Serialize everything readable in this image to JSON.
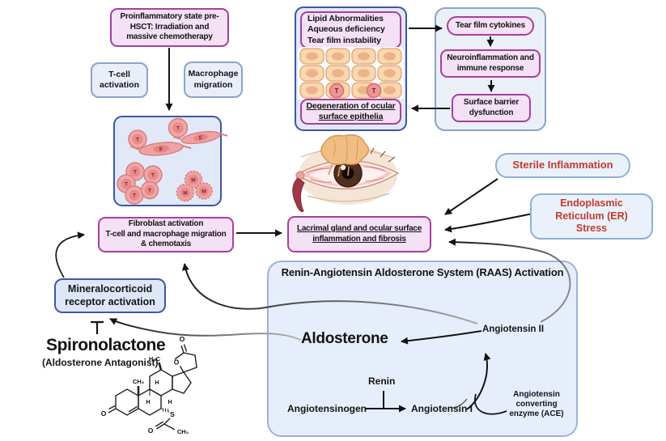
{
  "colors": {
    "pink_box_border": "#a83f9c",
    "pink_box_fill": "#f4e1f5",
    "blue_box_border": "#8ba4ca",
    "blue_box_fill": "#e9eef8",
    "panel_border_dark": "#3f55a5",
    "panel_fill": "#e1e9f8",
    "raas_border": "#9cb3da",
    "raas_fill": "#e7eefb",
    "accent_red": "#c23b30",
    "arrow_black": "#141414"
  },
  "pre_hsct": {
    "proinflammatory": "Proinflammatory state pre-\nHSCT: Irradiation and\nmassive chemotherapy",
    "tcell_activation": "T-cell\nactivation",
    "macrophage_migration": "Macrophage\nmigration"
  },
  "immune_cells": {
    "t": "T",
    "f": "F",
    "m": "M"
  },
  "ocular_surface": {
    "lipid_abnormalities": "Lipid Abnormalities\nAqueous deficiency\nTear film instability",
    "degeneration": "Degeneration of ocular\nsurface epithelia",
    "infiltrate_t": "T"
  },
  "cascade": {
    "tear_film_cytokines": "Tear film cytokines",
    "neuroinflammation": "Neuroinflammation and\nimmune response",
    "surface_barrier": "Surface barrier\ndysfunction"
  },
  "stressors": {
    "sterile_inflammation": "Sterile Inflammation",
    "er_stress": "Endoplasmic\nReticulum (ER)\nStress"
  },
  "pathology": {
    "lacrimal_fibrosis": "Lacrimal gland and ocular surface\ninflammation and fibrosis",
    "fibroblast_activation": "Fibroblast activation\nT-cell and macrophage migration\n& chemotaxis",
    "mineralocorticoid": "Mineralocorticoid\nreceptor activation"
  },
  "drug": {
    "name": "Spironolactone",
    "subtitle": "(Aldosterone Antagonist)",
    "atoms": {
      "ketone_o": "O",
      "c10_methyl": "CH₃",
      "c13_methyl": "H₃C",
      "lactone_o": "O",
      "lactone_carbonyl_o": "O",
      "h1": "H",
      "h2": "H",
      "h3": "H",
      "sulfur": "S",
      "acetyl_o": "O",
      "acetyl_methyl": "CH₃"
    }
  },
  "raas": {
    "title": "Renin-Angiotensin Aldosterone System (RAAS) Activation",
    "aldosterone": "Aldosterone",
    "angiotensin_ii": "Angiotensin II",
    "angiotensinogen": "Angiotensinogen",
    "renin": "Renin",
    "angiotensin_i": "Angiotensin I",
    "ace": "Angiotensin\nconverting\nenzyme (ACE)"
  }
}
